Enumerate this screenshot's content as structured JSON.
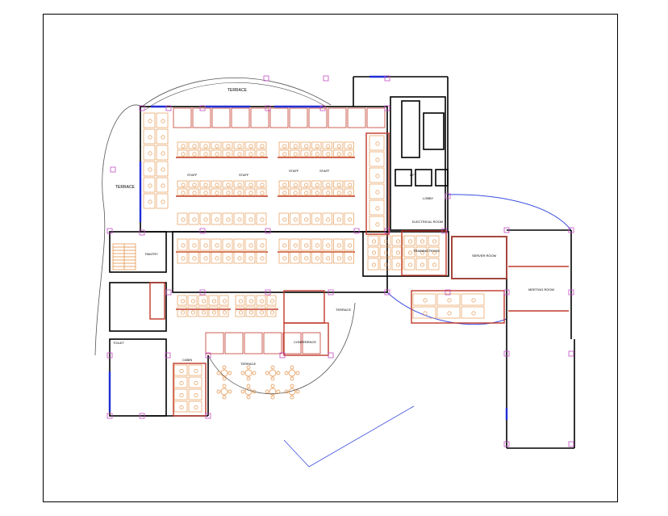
{
  "drawing": {
    "labels": {
      "terrace_north": "TERRACE",
      "terrace_west": "TERRACE",
      "terrace_south": "TERRACE",
      "terrace_center": "TERRACE",
      "staff": "STAFF",
      "lift": "LIFT",
      "lobby": "LOBBY",
      "electrical": "ELECTRICAL ROOM",
      "training": "TRAINING ROOM",
      "cabin": "CABIN",
      "meeting": "MEETING ROOM",
      "conference": "CONFERENCE",
      "server": "SERVER ROOM",
      "toilet": "TOILET",
      "pantry": "PANTRY"
    },
    "colors": {
      "wall": "#000000",
      "partition": "#c0392b",
      "furniture": "#e08a3c",
      "glazing": "#1f2fd6",
      "marker": "#c24fc2",
      "arc": "#555555",
      "site_line": "#3a4ee0"
    }
  }
}
